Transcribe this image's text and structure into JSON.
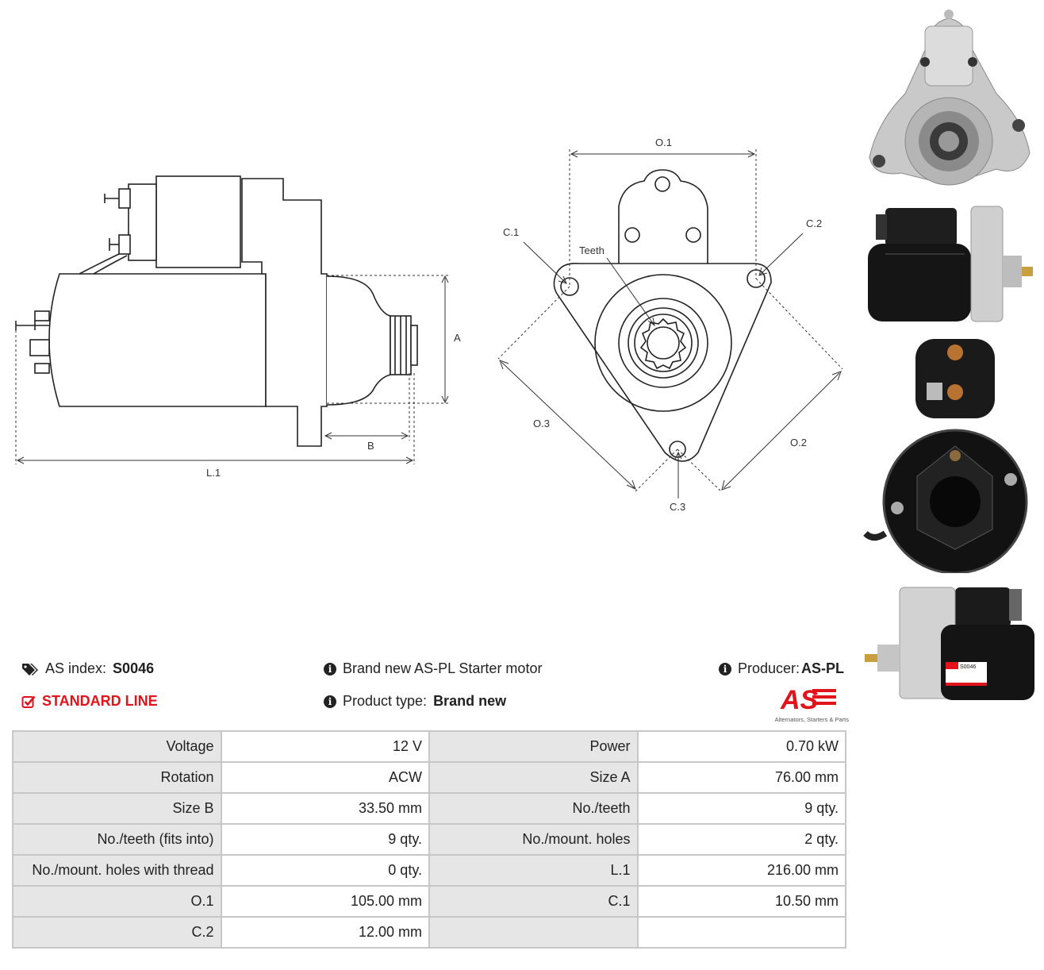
{
  "diagram": {
    "side_labels": {
      "a": "A",
      "b": "B",
      "l1": "L.1"
    },
    "front_labels": {
      "o1": "O.1",
      "o2": "O.2",
      "o3": "O.3",
      "c1": "C.1",
      "c2": "C.2",
      "c3": "C.3",
      "teeth": "Teeth"
    }
  },
  "info": {
    "as_index_label": "AS index:",
    "as_index_value": "S0046",
    "line": "STANDARD LINE",
    "description": "Brand new AS-PL Starter motor",
    "product_type_label": "Product type:",
    "product_type_value": "Brand new",
    "producer_label": "Producer:",
    "producer_value": "AS-PL"
  },
  "logo": {
    "mark": "AS",
    "tagline": "Alternators, Starters & Parts",
    "color": "#e3131b"
  },
  "photos": {
    "label_code": "S0046"
  },
  "specs": [
    [
      "Voltage",
      "12 V",
      "Power",
      "0.70 kW"
    ],
    [
      "Rotation",
      "ACW",
      "Size A",
      "76.00 mm"
    ],
    [
      "Size B",
      "33.50 mm",
      "No./teeth",
      "9 qty."
    ],
    [
      "No./teeth (fits into)",
      "9 qty.",
      "No./mount. holes",
      "2 qty."
    ],
    [
      "No./mount. holes with thread",
      "0 qty.",
      "L.1",
      "216.00 mm"
    ],
    [
      "O.1",
      "105.00 mm",
      "C.1",
      "10.50 mm"
    ],
    [
      "C.2",
      "12.00 mm",
      "",
      ""
    ]
  ]
}
